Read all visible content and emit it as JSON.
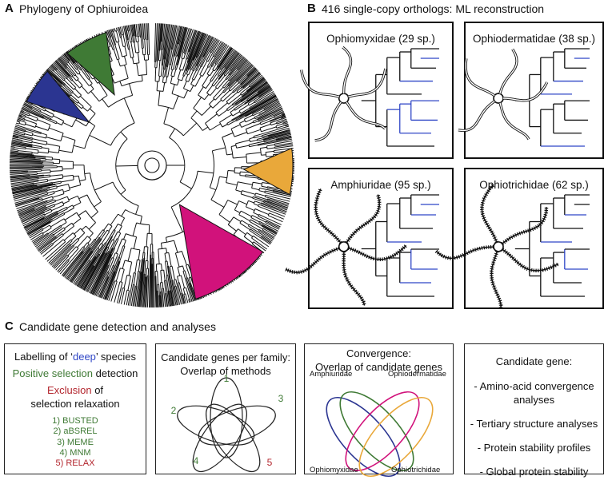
{
  "panelA": {
    "letter": "A",
    "title": "Phylogeny of Ophiuroidea"
  },
  "panelB": {
    "letter": "B",
    "title": "416 single-copy orthologs: ML reconstruction",
    "families": [
      {
        "name": "Ophiomyxidae (29 sp.)",
        "color": "#2b3591"
      },
      {
        "name": "Ophiodermatidae (38 sp.)",
        "color": "#3f7a35"
      },
      {
        "name": "Amphiuridae (95 sp.)",
        "color": "#d1127b"
      },
      {
        "name": "Ophiotrichidae (62 sp.)",
        "color": "#e9a83a"
      }
    ],
    "deep_branch_color": "#2f46c6"
  },
  "panelC": {
    "letter": "C",
    "title": "Candidate gene detection and analyses",
    "box1": {
      "line1_pre": "Labelling of ‘",
      "line1_deep": "deep",
      "line1_post": "’ species",
      "line2_green": "Positive selection",
      "line2_post": " detection",
      "line3_red": "Exclusion",
      "line3_post": " of",
      "line4": "selection relaxation",
      "methods": [
        "1) BUSTED",
        "2) aBSREL",
        "3) MEME",
        "4) MNM",
        "5) RELAX"
      ],
      "colors": {
        "deep": "#2f46c6",
        "green": "#3f7a35",
        "red": "#b3262e"
      }
    },
    "box2": {
      "title_line1": "Candidate genes per family:",
      "title_line2": "Overlap of methods",
      "labels": [
        "1",
        "2",
        "3",
        "4",
        "5"
      ]
    },
    "box3": {
      "title_line1": "Convergence:",
      "title_line2": "Overlap of candidate genes",
      "labels": [
        "Amphiuridae",
        "Ophiodermatidae",
        "Ophiomyxidae",
        "Ophiotrichidae"
      ]
    },
    "box4": {
      "title": "Candidate gene:",
      "items": [
        "- Amino-acid convergence",
        "analyses",
        "- Tertiary structure analyses",
        "- Protein stability profiles",
        "- Global protein stability"
      ]
    }
  }
}
